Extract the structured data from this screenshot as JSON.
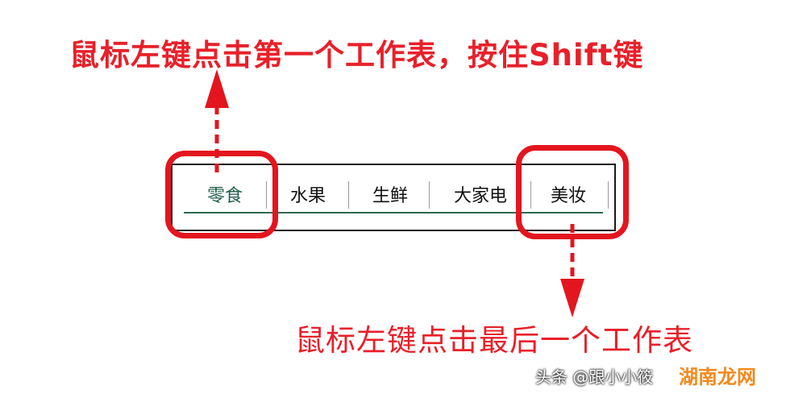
{
  "annotations": {
    "top": "鼠标左键点击第一个工作表，按住Shift键",
    "bottom": "鼠标左键点击最后一个工作表"
  },
  "sheet_tabs": [
    {
      "label": "零食",
      "active": true
    },
    {
      "label": "水果",
      "active": false
    },
    {
      "label": "生鲜",
      "active": false
    },
    {
      "label": "大家电",
      "active": false
    },
    {
      "label": "美妆",
      "active": false
    }
  ],
  "watermark": {
    "source": "头条 @跟小小筱",
    "site": "湖南龙网"
  },
  "colors": {
    "annotation": "#e8202a",
    "highlight": "#e3151e",
    "active_tab_text": "#1e5c4a",
    "tab_underline": "#2d6a4f"
  }
}
